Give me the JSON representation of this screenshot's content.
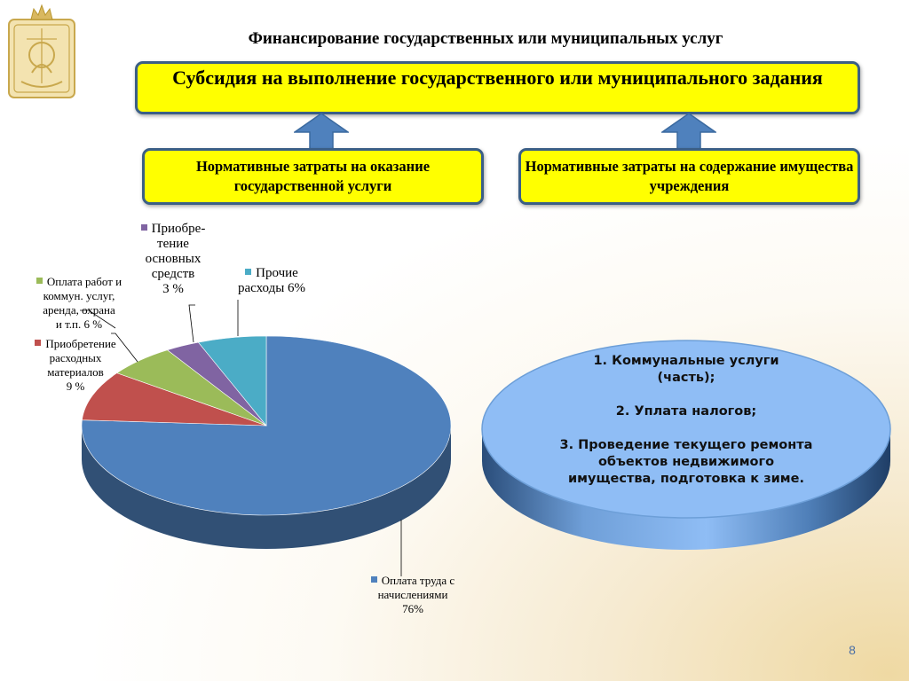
{
  "page": {
    "title": "Финансирование государственных или муниципальных услуг",
    "number": "8"
  },
  "top_box": {
    "text": "Субсидия на выполнение государственного или муниципального задания"
  },
  "left_box": {
    "text": "Нормативные затраты на оказание государственной услуги"
  },
  "right_box": {
    "text": "Нормативные затраты на содержание имущества учреждения"
  },
  "ellipse": {
    "lines": [
      "1.  Коммунальные услуги",
      "(часть);",
      "",
      "2. Уплата налогов;",
      "",
      "3. Проведение текущего ремонта",
      "объектов недвижимого",
      "имущества, подготовка к зиме."
    ]
  },
  "colors": {
    "box_fill": "#ffff00",
    "box_border": "#3b5f86",
    "arrow": "#4f81bd",
    "ellipse_fill": "#8fbdf5"
  },
  "chart_data": {
    "type": "pie",
    "style": "3d",
    "series": [
      {
        "label_lines": [
          "Оплата труда с",
          "начислениями",
          "76%"
        ],
        "value": 76,
        "color": "#4f81bd"
      },
      {
        "label_lines": [
          "Приобретение",
          "расходных",
          "материалов",
          "9 %"
        ],
        "value": 9,
        "color": "#c0504d"
      },
      {
        "label_lines": [
          "Оплата работ и",
          "коммун. услуг,",
          "аренда, охрана",
          "и т.п.  6 %"
        ],
        "value": 6,
        "color": "#9bbb59"
      },
      {
        "label_lines": [
          "Приобре-",
          "тение",
          "основных",
          "средств",
          "3 %"
        ],
        "value": 3,
        "color": "#8064a2"
      },
      {
        "label_lines": [
          "Прочие",
          "расходы  6%"
        ],
        "value": 6,
        "color": "#4bacc6"
      }
    ]
  }
}
